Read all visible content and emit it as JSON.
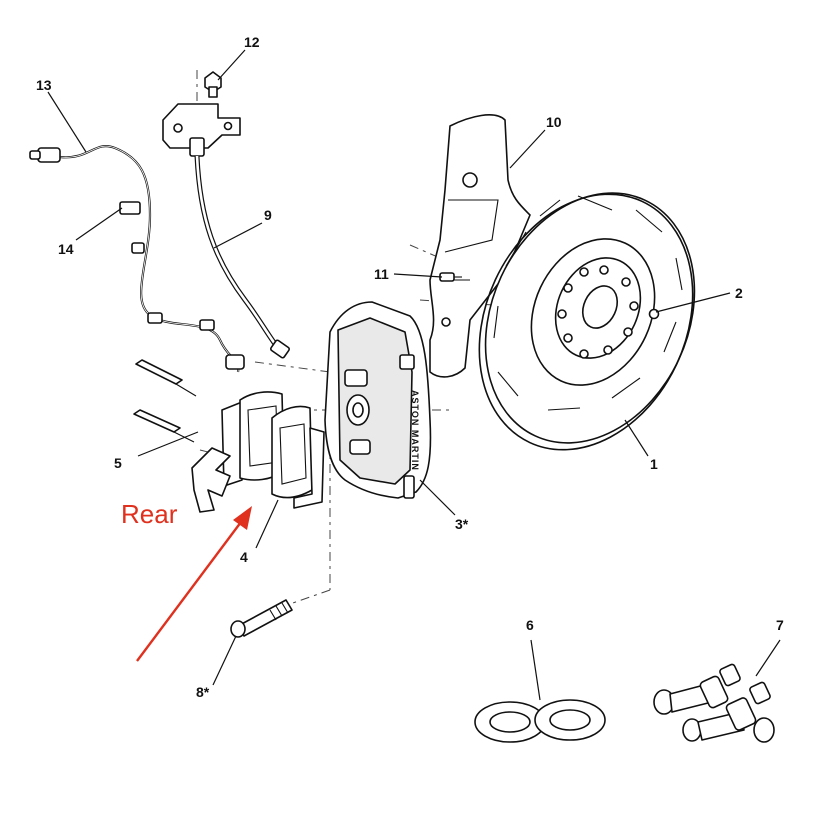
{
  "diagram": {
    "brand_text": "ASTON MARTIN",
    "annotation": {
      "text": "Rear",
      "color": "#e0301e"
    },
    "callouts": [
      {
        "id": "1",
        "text": "1"
      },
      {
        "id": "2",
        "text": "2"
      },
      {
        "id": "3",
        "text": "3*"
      },
      {
        "id": "4",
        "text": "4"
      },
      {
        "id": "5",
        "text": "5"
      },
      {
        "id": "6",
        "text": "6"
      },
      {
        "id": "7",
        "text": "7"
      },
      {
        "id": "8",
        "text": "8*"
      },
      {
        "id": "9",
        "text": "9"
      },
      {
        "id": "10",
        "text": "10"
      },
      {
        "id": "11",
        "text": "11"
      },
      {
        "id": "12",
        "text": "12"
      },
      {
        "id": "13",
        "text": "13"
      },
      {
        "id": "14",
        "text": "14"
      }
    ]
  }
}
